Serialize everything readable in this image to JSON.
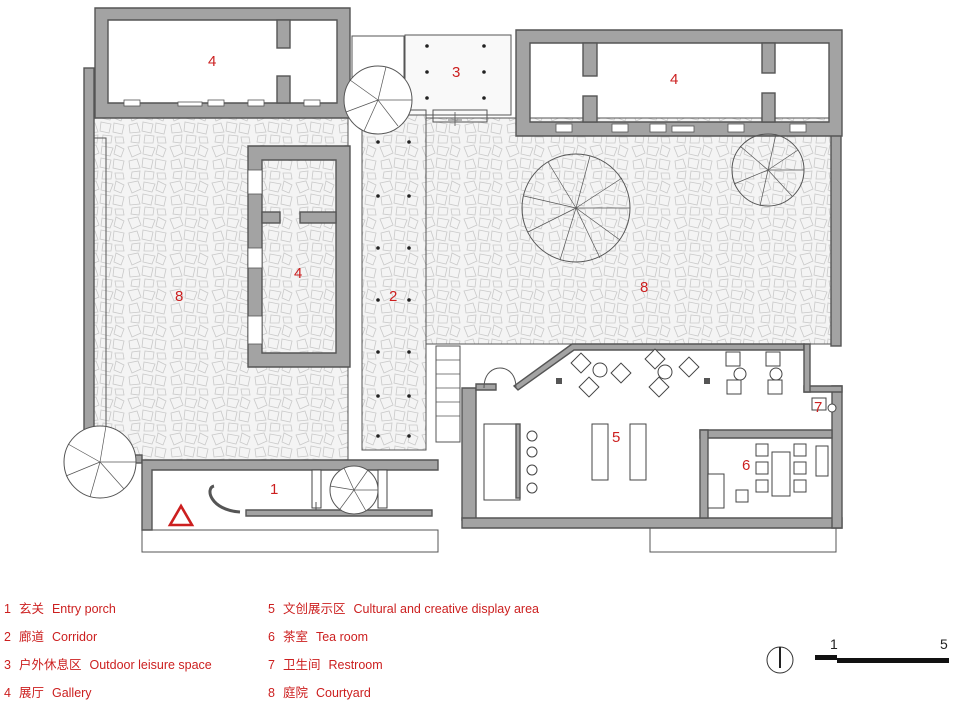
{
  "plan": {
    "room_labels": [
      {
        "id": "entry-porch",
        "num": "1"
      },
      {
        "id": "corridor",
        "num": "2"
      },
      {
        "id": "outdoor-leisure",
        "num": "3"
      },
      {
        "id": "gallery-nw",
        "num": "4"
      },
      {
        "id": "gallery-ne",
        "num": "4"
      },
      {
        "id": "gallery-center",
        "num": "4"
      },
      {
        "id": "display-area",
        "num": "5"
      },
      {
        "id": "tea-room",
        "num": "6"
      },
      {
        "id": "restroom",
        "num": "7"
      },
      {
        "id": "courtyard-west",
        "num": "8"
      },
      {
        "id": "courtyard-east",
        "num": "8"
      }
    ],
    "entry_marker_icon": "triangle-icon",
    "north_arrow_icon": "north-arrow-icon"
  },
  "legend": [
    {
      "num": "1",
      "zh": "玄关",
      "en": "Entry porch"
    },
    {
      "num": "2",
      "zh": "廊道",
      "en": "Corridor"
    },
    {
      "num": "3",
      "zh": "户外休息区",
      "en": "Outdoor leisure space"
    },
    {
      "num": "4",
      "zh": "展厅",
      "en": "Gallery"
    },
    {
      "num": "5",
      "zh": "文创展示区",
      "en": "Cultural and creative display area"
    },
    {
      "num": "6",
      "zh": "茶室",
      "en": "Tea room"
    },
    {
      "num": "7",
      "zh": "卫生间",
      "en": "Restroom"
    },
    {
      "num": "8",
      "zh": "庭院",
      "en": "Courtyard"
    }
  ],
  "scale_bar": {
    "start": "1",
    "end": "5"
  },
  "colors": {
    "label_red": "#cc1f1f",
    "wall_gray": "#a3a3a3",
    "line": "#555555"
  }
}
